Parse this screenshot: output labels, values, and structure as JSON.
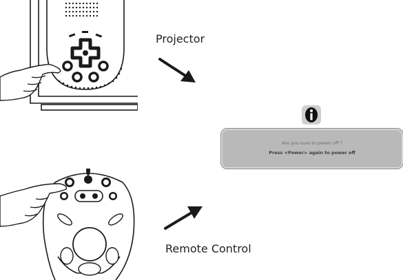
{
  "labels": {
    "projector": "Projector",
    "remote_control": "Remote Control"
  },
  "dialog": {
    "icon": "info-icon",
    "line1": "Are you sure to power off ?",
    "line2": "Press <Power> again to power off"
  },
  "icons": {
    "projector_panel": "projector-control-panel-icon",
    "remote": "remote-control-icon",
    "hand": "hand-pointer-icon",
    "arrow": "arrow-icon"
  },
  "colors": {
    "stroke": "#1a1a1a",
    "dialog_fill": "#b9b9b9",
    "dialog_text": "#555555"
  }
}
